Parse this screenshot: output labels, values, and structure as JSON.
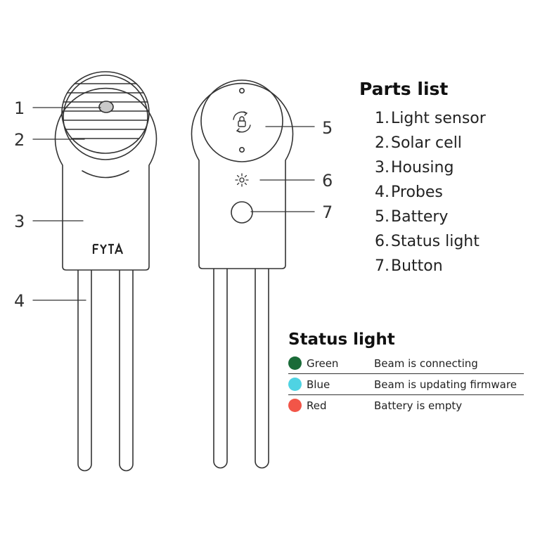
{
  "device": {
    "brand": "FYTA"
  },
  "callouts": [
    "1",
    "2",
    "3",
    "4",
    "5",
    "6",
    "7"
  ],
  "parts_list": {
    "title": "Parts list",
    "items": [
      {
        "number": "1.",
        "label": "Light sensor"
      },
      {
        "number": "2.",
        "label": "Solar cell"
      },
      {
        "number": "3.",
        "label": "Housing"
      },
      {
        "number": "4.",
        "label": "Probes"
      },
      {
        "number": "5.",
        "label": "Battery"
      },
      {
        "number": "6.",
        "label": "Status light"
      },
      {
        "number": "7.",
        "label": "Button"
      }
    ]
  },
  "status_light": {
    "title": "Status light",
    "rows": [
      {
        "color_name": "Green",
        "description": "Beam is connecting",
        "color": "#1a6b38"
      },
      {
        "color_name": "Blue",
        "description": "Beam is updating firmware",
        "color": "#4fd3e3"
      },
      {
        "color_name": "Red",
        "description": "Battery is empty",
        "color": "#f25548"
      }
    ]
  },
  "icons": [
    "lock-rotate-icon",
    "status-light-icon"
  ]
}
